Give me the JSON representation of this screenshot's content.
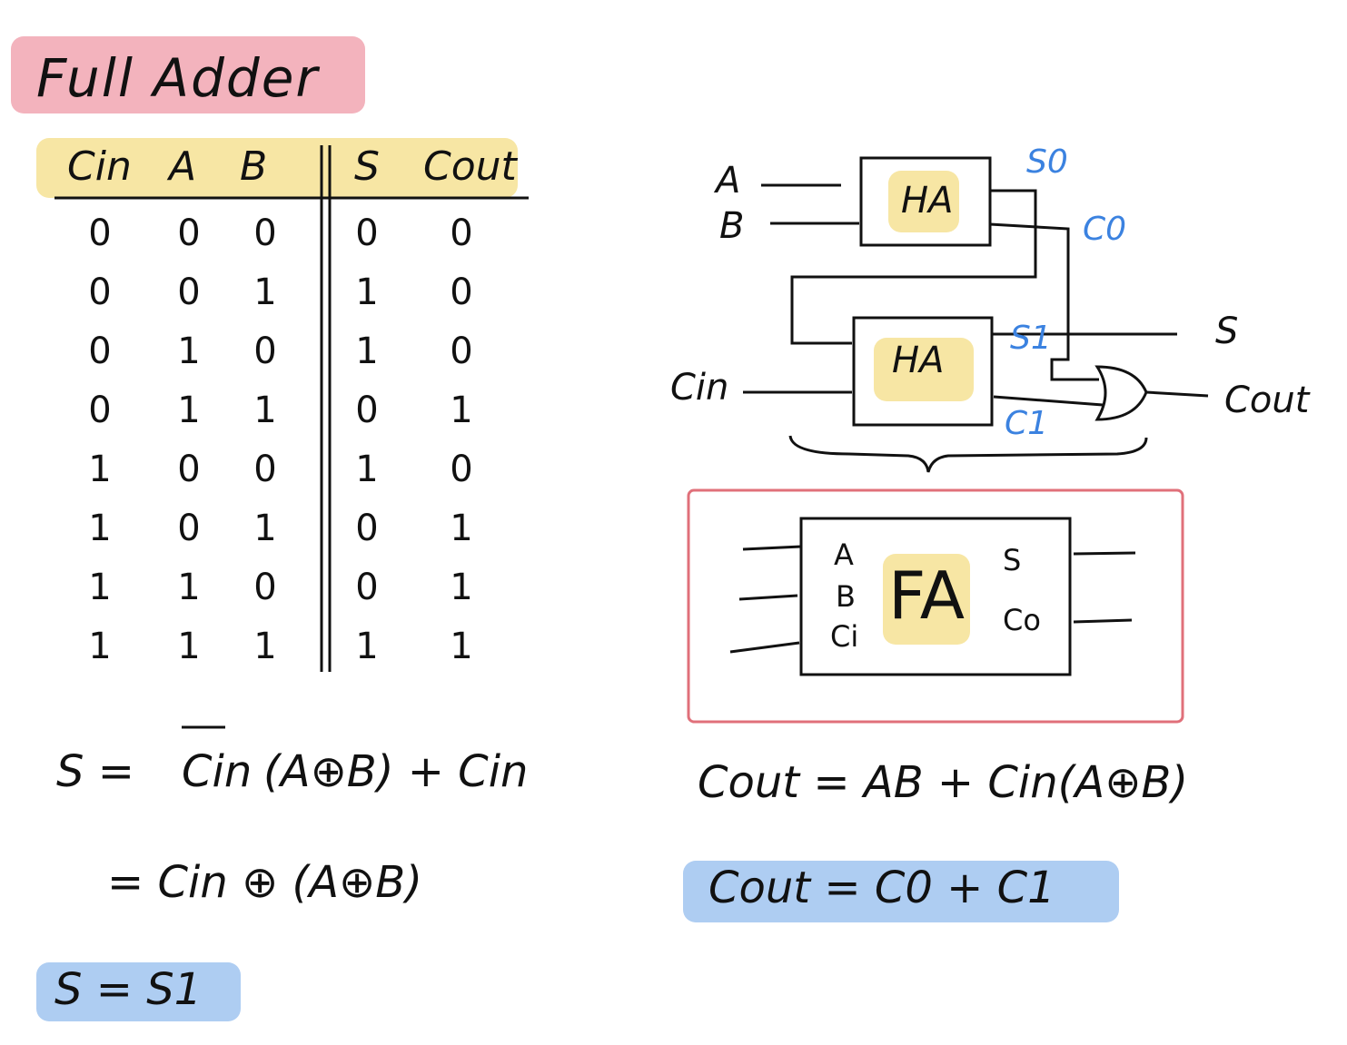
{
  "title": "Full Adder",
  "truth_table": {
    "headers": [
      "Cin",
      "A",
      "B",
      "S",
      "Cout"
    ],
    "rows": [
      [
        "0",
        "0",
        "0",
        "0",
        "0"
      ],
      [
        "0",
        "0",
        "1",
        "1",
        "0"
      ],
      [
        "0",
        "1",
        "0",
        "1",
        "0"
      ],
      [
        "0",
        "1",
        "1",
        "0",
        "1"
      ],
      [
        "1",
        "0",
        "0",
        "1",
        "0"
      ],
      [
        "1",
        "0",
        "1",
        "0",
        "1"
      ],
      [
        "1",
        "1",
        "0",
        "0",
        "1"
      ],
      [
        "1",
        "1",
        "1",
        "1",
        "1"
      ]
    ]
  },
  "equations": {
    "s_line1_lhs": "S =",
    "s_line1_cin_bar": "Cin",
    "s_line1_rest": "(A⊕B) + Cin",
    "s_line2": "= Cin ⊕ (A⊕B)",
    "s_final": "S = S1",
    "cout_line1": "Cout = AB + Cin(A⊕B)",
    "cout_final": "Cout = C0 + C1"
  },
  "circuit": {
    "input_a": "A",
    "input_b": "B",
    "input_cin": "Cin",
    "ha_top": "HA",
    "ha_bottom": "HA",
    "s0": "S0",
    "c0": "C0",
    "s1": "S1",
    "c1": "C1",
    "out_s": "S",
    "out_cout": "Cout"
  },
  "fa_block": {
    "label": "FA",
    "in_a": "A",
    "in_b": "B",
    "in_ci": "Ci",
    "out_s": "S",
    "out_co": "Co"
  },
  "colors": {
    "highlight_red": "#f3b3bd",
    "highlight_yellow": "#f7e6a4",
    "highlight_blue": "#aecdf2",
    "annotation_blue": "#3b82e0",
    "frame_red": "#e0707a"
  }
}
